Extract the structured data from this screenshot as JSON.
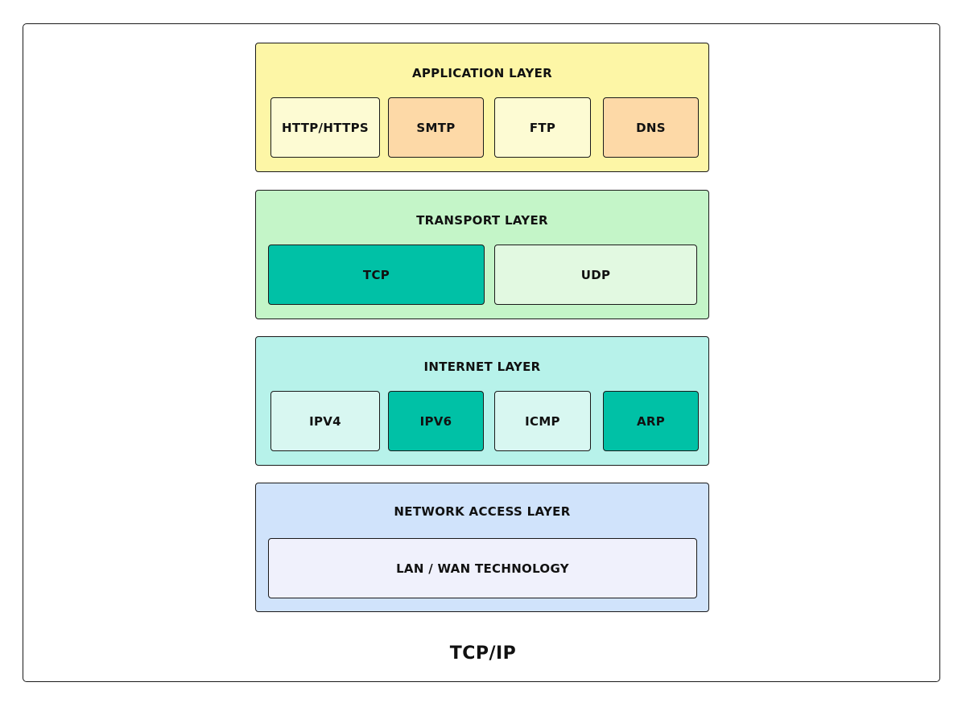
{
  "diagram": {
    "caption": "TCP/IP",
    "layers": [
      {
        "title": "APPLICATION LAYER",
        "color": "#fdf6a6",
        "items": [
          {
            "label": "HTTP/HTTPS",
            "color": "#fdfbd3"
          },
          {
            "label": "SMTP",
            "color": "#fdd9a7"
          },
          {
            "label": "FTP",
            "color": "#fdfbd3"
          },
          {
            "label": "DNS",
            "color": "#fdd9a7"
          }
        ]
      },
      {
        "title": "TRANSPORT LAYER",
        "color": "#c4f5c8",
        "items": [
          {
            "label": "TCP",
            "color": "#00c1a6"
          },
          {
            "label": "UDP",
            "color": "#e2f9e1"
          }
        ]
      },
      {
        "title": "INTERNET LAYER",
        "color": "#b7f2ea",
        "items": [
          {
            "label": "IPV4",
            "color": "#d8f7f1"
          },
          {
            "label": "IPV6",
            "color": "#00c1a6"
          },
          {
            "label": "ICMP",
            "color": "#d8f7f1"
          },
          {
            "label": "ARP",
            "color": "#00c1a6"
          }
        ]
      },
      {
        "title": "NETWORK ACCESS LAYER",
        "color": "#d0e3fb",
        "items": [
          {
            "label": "LAN / WAN TECHNOLOGY",
            "color": "#f0f1fc"
          }
        ]
      }
    ]
  }
}
